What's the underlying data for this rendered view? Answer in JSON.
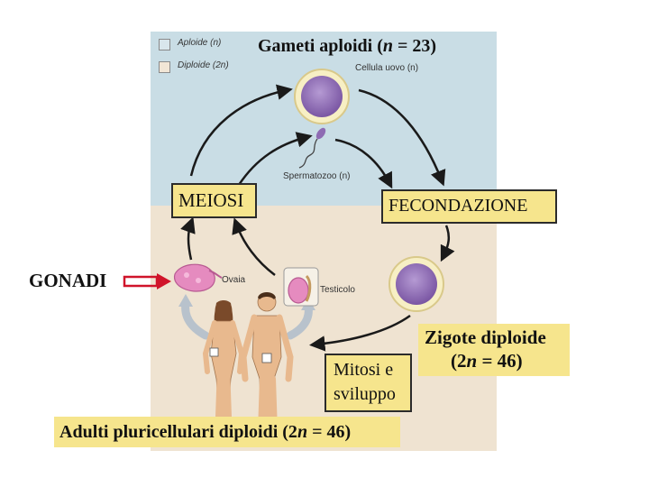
{
  "legend": {
    "haploid_label": "Aploide (n)",
    "diploid_label": "Diploide (2n)",
    "haploid_color": "#d9e6ec",
    "diploid_color": "#f1e6d6"
  },
  "gametes_title": {
    "prefix": "Gameti aploidi (",
    "var": "n",
    "suffix": " = 23)"
  },
  "egg_label": "Cellula uovo (n)",
  "sperm_label": "Spermatozoo (n)",
  "meiosis_label": "MEIOSI",
  "fertilization_label": "FECONDAZIONE",
  "gonads_label": "GONADI",
  "ovary_label": "Ovaia",
  "testis_label": "Testicolo",
  "zygote": {
    "line1": "Zigote diploide",
    "line2_prefix": "(2",
    "line2_var": "n",
    "line2_suffix": " = 46)"
  },
  "mitosis": {
    "line1": "Mitosi e",
    "line2": "sviluppo"
  },
  "adults": {
    "prefix": "Adulti pluricellulari diploidi (2",
    "var": "n",
    "suffix": " = 46)"
  },
  "colors": {
    "haploid_bg": "#c9dde5",
    "diploid_bg": "#efe3d1",
    "label_box": "#f6e58d",
    "cell_purple": "#8e6bb3",
    "arrow_red": "#d0142a"
  }
}
